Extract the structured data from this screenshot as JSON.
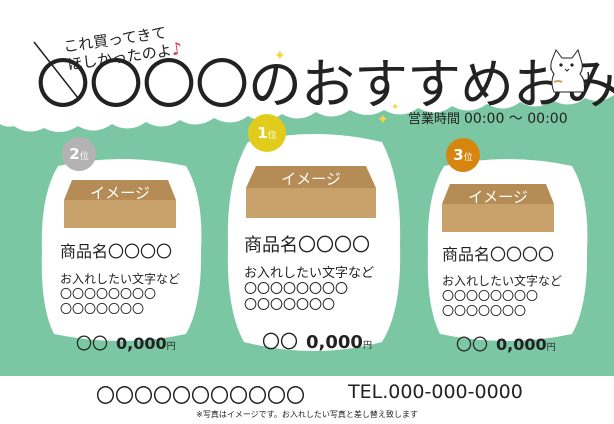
{
  "header": {
    "tagline_line1": "これ買ってきて",
    "tagline_line2": "ほしかったのよ",
    "tagline_note": "♪",
    "title": "〇〇〇〇のおすすめおみや",
    "hours_label": "営業時間",
    "hours_time": "00:00 ～ 00:00"
  },
  "cards": [
    {
      "rank": "2",
      "rank_suffix": "位",
      "badge_color": "#b3b3b3",
      "image_label": "イメージ",
      "product_name": "商品名〇〇〇〇",
      "desc_line1": "お入れしたい文字など",
      "desc_line2": "〇〇〇〇〇〇〇〇",
      "desc_line3": "〇〇〇〇〇〇〇",
      "price_prefix": "〇〇",
      "price": "0,000",
      "price_unit": "円"
    },
    {
      "rank": "1",
      "rank_suffix": "位",
      "badge_color": "#e1cc1b",
      "image_label": "イメージ",
      "product_name": "商品名〇〇〇〇",
      "desc_line1": "お入れしたい文字など",
      "desc_line2": "〇〇〇〇〇〇〇〇",
      "desc_line3": "〇〇〇〇〇〇〇",
      "price_prefix": "〇〇",
      "price": "0,000",
      "price_unit": "円"
    },
    {
      "rank": "3",
      "rank_suffix": "位",
      "badge_color": "#d6860f",
      "image_label": "イメージ",
      "product_name": "商品名〇〇〇〇",
      "desc_line1": "お入れしたい文字など",
      "desc_line2": "〇〇〇〇〇〇〇〇",
      "desc_line3": "〇〇〇〇〇〇〇",
      "price_prefix": "〇〇",
      "price": "0,000",
      "price_unit": "円"
    }
  ],
  "footer": {
    "shop_name": "〇〇〇〇〇〇〇〇〇〇〇",
    "tel": "TEL.000-000-0000",
    "note": "※写真はイメージです。お入れしたい写真と差し替え致します"
  },
  "colors": {
    "background": "#7cc7a3",
    "box": "#c9a26b",
    "box_dark": "#b58c55",
    "rank1": "#e1cc1b",
    "rank2": "#b3b3b3",
    "rank3": "#d6860f"
  },
  "icons": {
    "mascot": "cat-icon",
    "decor": "sparkle-icon"
  }
}
